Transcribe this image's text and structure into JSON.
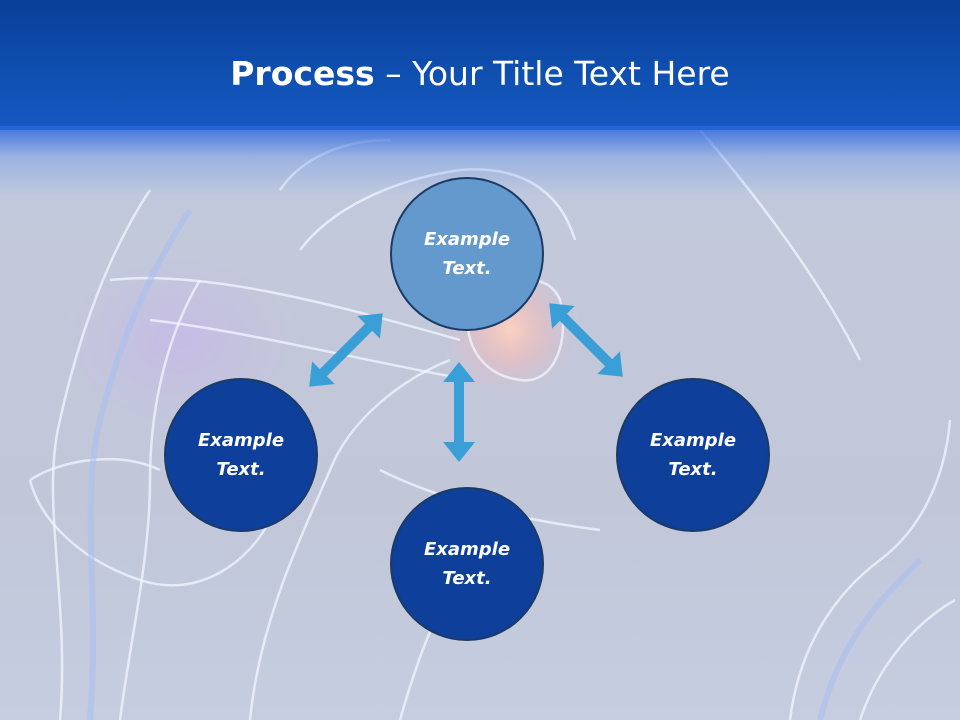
{
  "slide": {
    "title_bold": "Process",
    "title_rest": " – Your Title Text Here"
  },
  "nodes": [
    {
      "id": "top",
      "label": "Example\nText."
    },
    {
      "id": "left",
      "label": "Example\nText."
    },
    {
      "id": "bottom",
      "label": "Example\nText."
    },
    {
      "id": "right",
      "label": "Example\nText."
    }
  ],
  "colors": {
    "title_bar": "#0f4fb0",
    "node_dark": "#0e3f9a",
    "node_light": "#6399cc",
    "node_border": "#1b3b66",
    "arrow": "#3a9fd6"
  }
}
